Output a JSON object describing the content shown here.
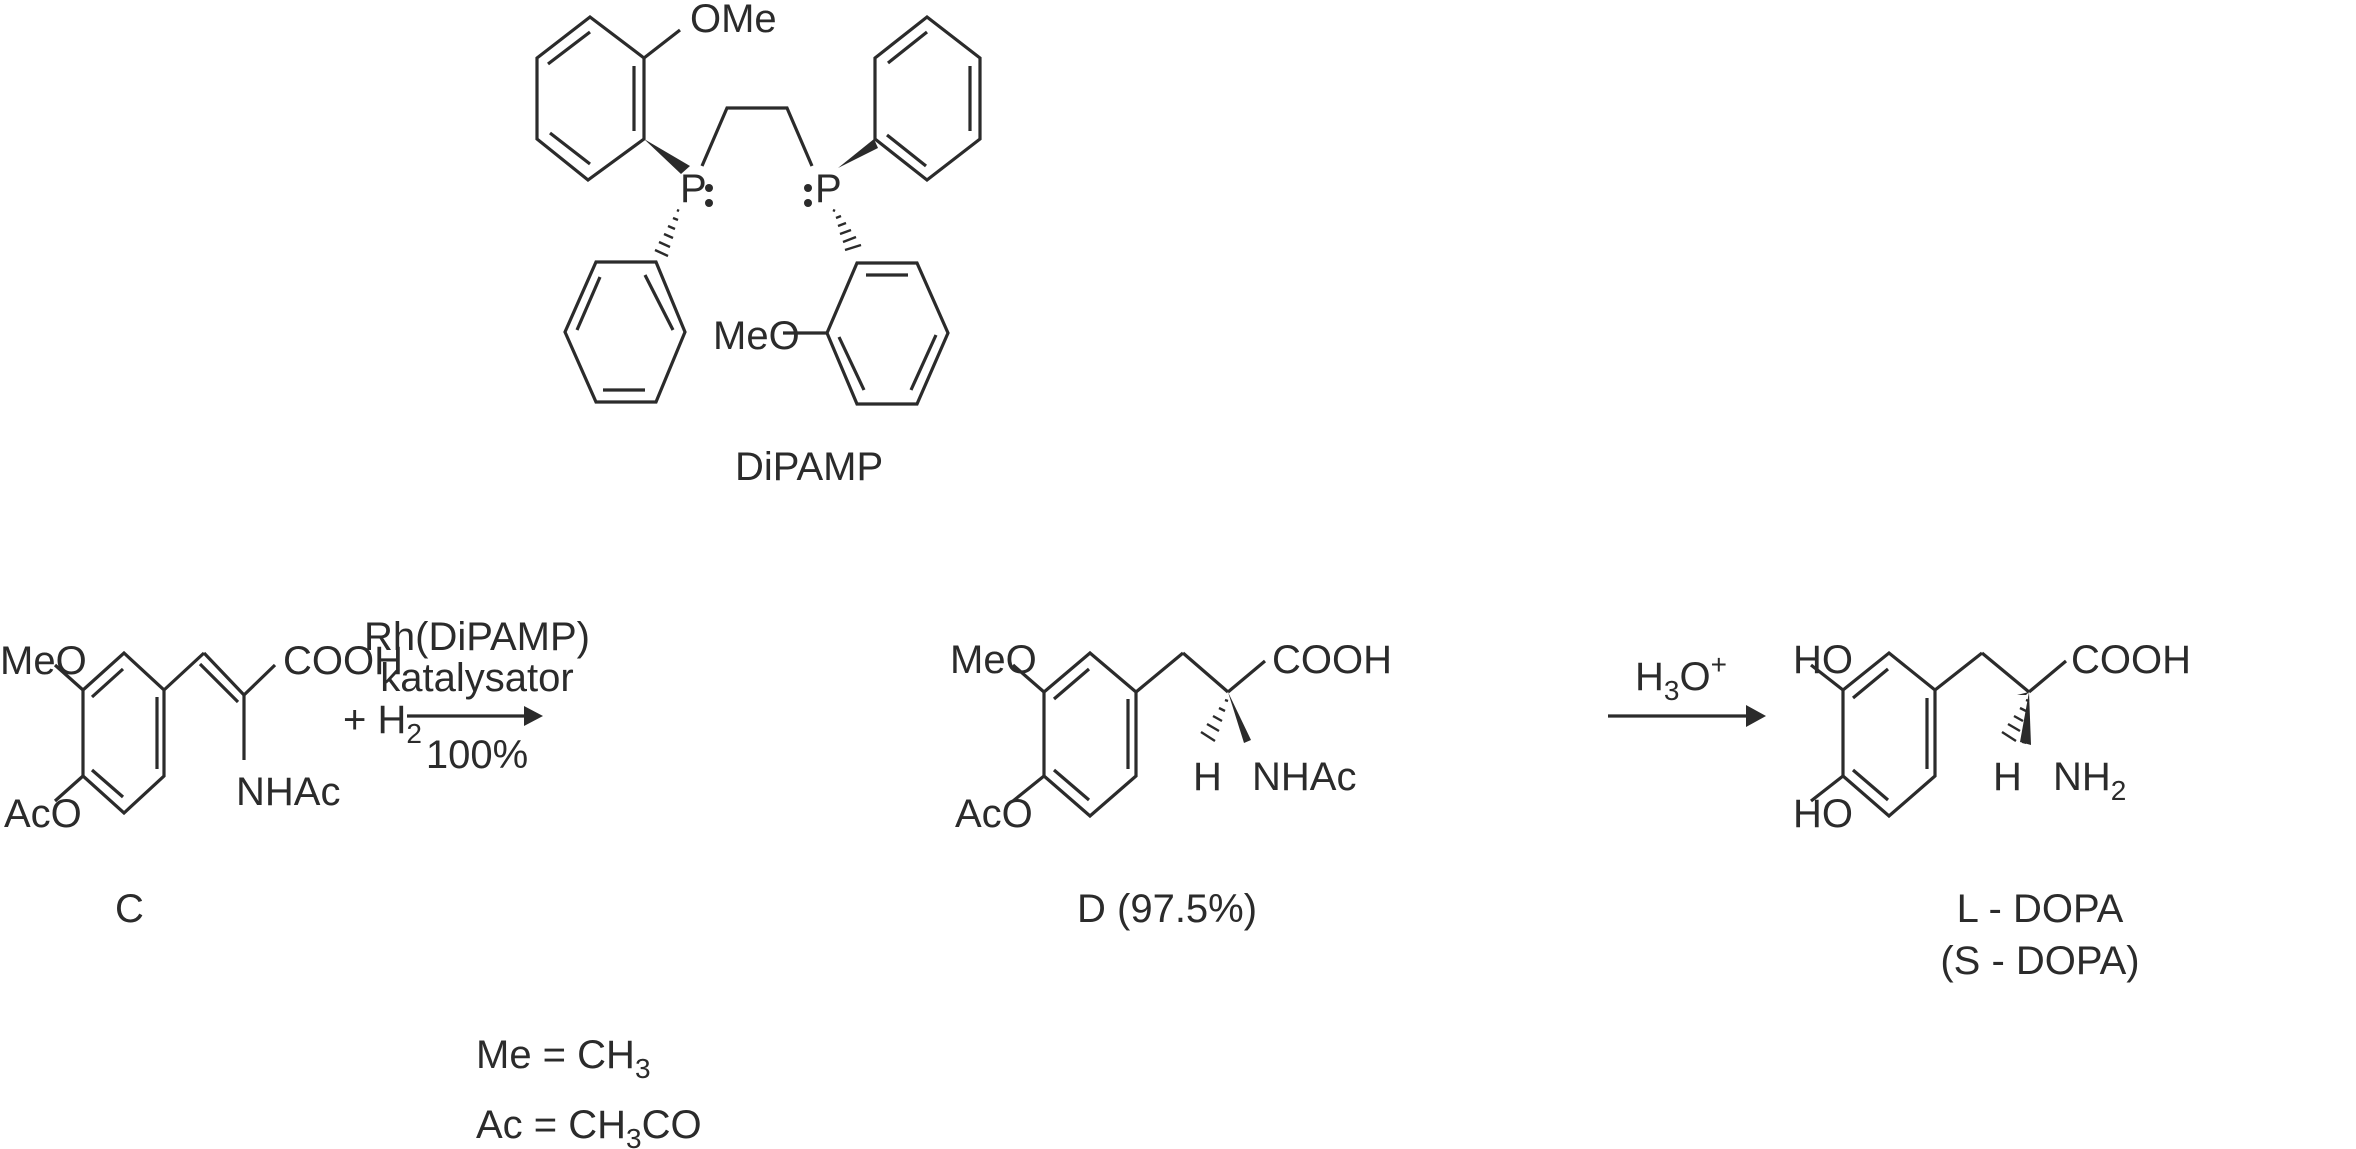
{
  "ligand": {
    "name": "DiPAMP",
    "labels": {
      "ome_top": "OMe",
      "meo_bottom": "MeO",
      "p_left": "P",
      "p_right": "P",
      "lone_pair": ":"
    }
  },
  "compound_c": {
    "caption": "C",
    "meo": "MeO",
    "aco": "AcO",
    "cooh": "COOH",
    "nhac": "NHAc"
  },
  "reagent": {
    "plus": "+ H",
    "h_sub": "2"
  },
  "step1": {
    "above_line1": "Rh(DiPAMP)",
    "above_line2": "katalysator",
    "below": "100%"
  },
  "compound_d": {
    "caption": "D (97.5%)",
    "meo": "MeO",
    "aco": "AcO",
    "cooh": "COOH",
    "h": "H",
    "nhac": "NHAc"
  },
  "step2": {
    "reagent_h": "H",
    "reagent_sub": "3",
    "reagent_o": "O",
    "reagent_sup": "+"
  },
  "product": {
    "caption_line1": "L - DOPA",
    "caption_line2": "(S - DOPA)",
    "ho_top": "HO",
    "ho_bottom": "HO",
    "cooh": "COOH",
    "h": "H",
    "nh": "NH",
    "nh_sub": "2"
  },
  "legend": {
    "me_left": "Me = CH",
    "me_sub": "3",
    "ac_left": "Ac = CH",
    "ac_sub": "3",
    "ac_right": "CO"
  }
}
